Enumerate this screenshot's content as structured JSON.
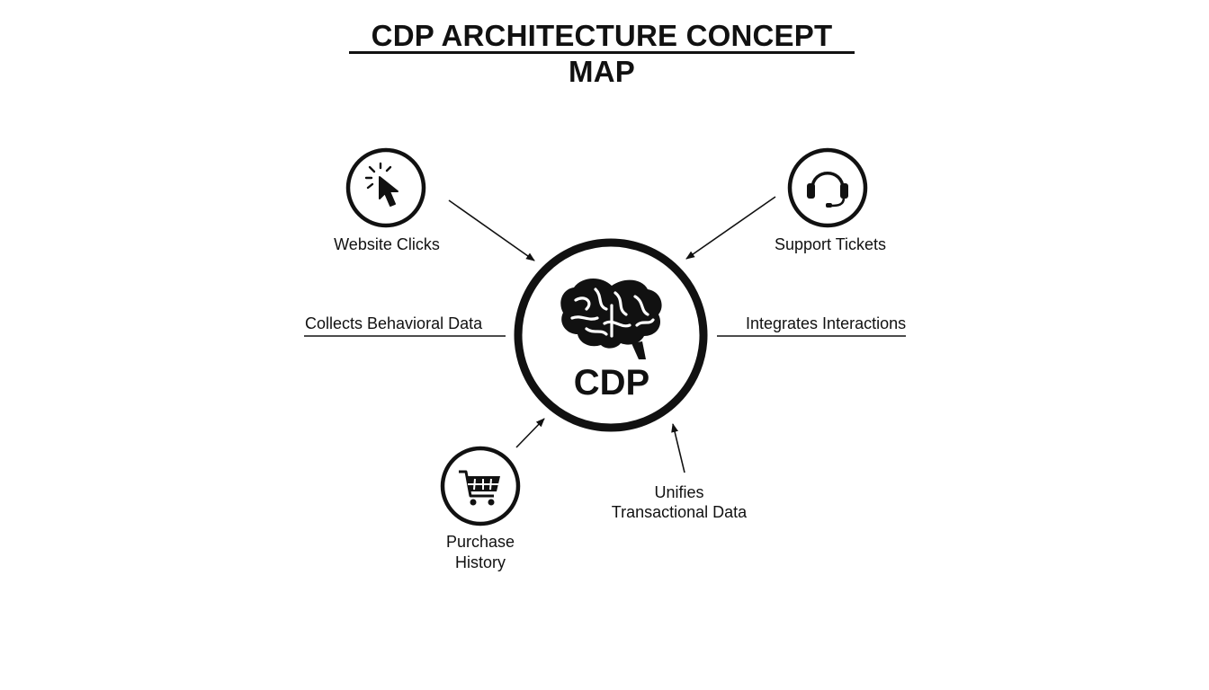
{
  "title": "CDP ARCHITECTURE CONCEPT MAP",
  "hub": {
    "label": "CDP",
    "icon": "brain-icon"
  },
  "sources": [
    {
      "label": "Website Clicks",
      "icon": "cursor-click-icon"
    },
    {
      "label": "Support Tickets",
      "icon": "headset-icon"
    },
    {
      "label_line1": "Purchase",
      "label_line2": "History",
      "icon": "shopping-cart-icon"
    }
  ],
  "relations": {
    "left": "Collects Behavioral Data",
    "right": "Integrates Interactions",
    "bottom_line1": "Unifies",
    "bottom_line2": "Transactional Data"
  },
  "colors": {
    "ink": "#111111",
    "background": "#ffffff"
  }
}
